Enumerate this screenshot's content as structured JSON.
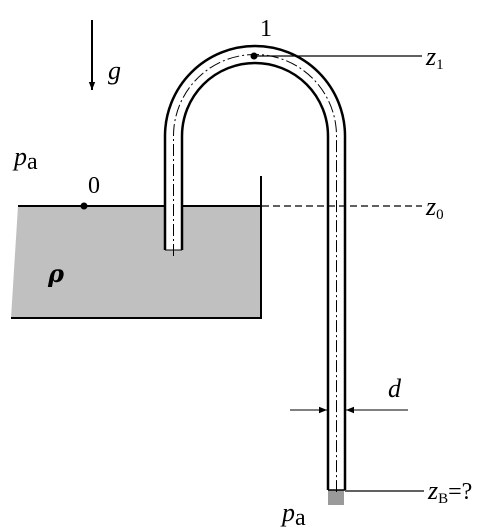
{
  "labels": {
    "g": "g",
    "pa_top": "p",
    "pa_top_sub": "a",
    "point0": "0",
    "point1": "1",
    "rho": "ρ",
    "z1": "z",
    "z1_sub": "1",
    "z0": "z",
    "z0_sub": "0",
    "d": "d",
    "zB": "z",
    "zB_sub": "B",
    "zB_suffix": "=?",
    "pa_bottom": "p",
    "pa_bottom_sub": "a"
  },
  "colors": {
    "liquid": "#c0c0c0",
    "stroke": "#000000",
    "background": "#ffffff"
  }
}
